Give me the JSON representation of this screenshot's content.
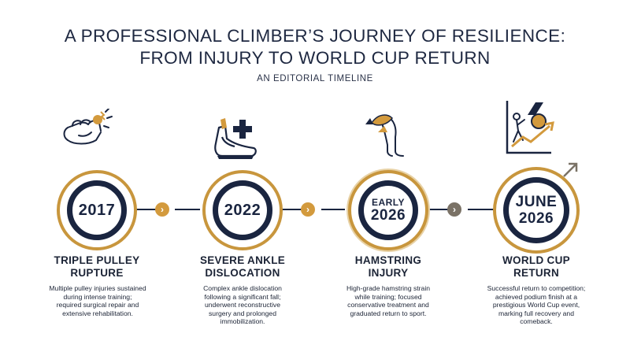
{
  "header": {
    "title_line1": "A PROFESSIONAL CLIMBER’S JOURNEY OF RESILIENCE:",
    "title_line2": "FROM INJURY TO WORLD CUP RETURN",
    "subtitle": "AN EDITORIAL TIMELINE"
  },
  "colors": {
    "navy": "#1a2540",
    "gold": "#c8963d",
    "accent_orange": "#d39a3d"
  },
  "events": [
    {
      "year": "2017",
      "icon": "hand-finger-injury-icon",
      "heading_line1": "TRIPLE PULLEY",
      "heading_line2": "RUPTURE",
      "desc_lines": [
        "Multiple pulley injuries sustained",
        "during intense training;",
        "required surgical repair and",
        "extensive rehabilitation."
      ]
    },
    {
      "year": "2022",
      "icon": "climbing-shoe-medical-cross-icon",
      "heading_line1": "SEVERE ANKLE",
      "heading_line2": "DISLOCATION",
      "desc_lines": [
        "Complex ankle dislocation",
        "following a significant fall;",
        "underwent reconstructive",
        "surgery and prolonged",
        "immobilization."
      ]
    },
    {
      "year_line1": "EARLY",
      "year_line2": "2026",
      "icon": "leg-hamstring-icon",
      "heading_line1": "HAMSTRING",
      "heading_line2": "INJURY",
      "desc_lines": [
        "High-grade hamstring strain",
        "while training; focused",
        "conservative treatment and",
        "graduated return to sport."
      ]
    },
    {
      "year_line1": "JUNE",
      "year_line2": "2026",
      "icon": "climber-medal-rising-arrow-icon",
      "heading_line1": "WORLD CUP",
      "heading_line2": "RETURN",
      "desc_lines": [
        "Successful return to competition;",
        "achieved podium finish at a",
        "prestigious World Cup event,",
        "marking full recovery and",
        "comeback."
      ]
    }
  ]
}
